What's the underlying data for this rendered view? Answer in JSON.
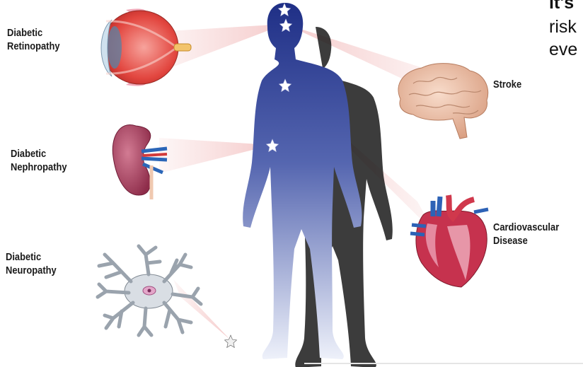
{
  "labels": {
    "retinopathy": "Diabetic\nRetinopathy",
    "nephropathy": "Diabetic\nNephropathy",
    "neuropathy": "Diabetic\nNeuropathy",
    "stroke": "Stroke",
    "cardiovascular": "Cardiovascular\nDisease"
  },
  "corner_text": {
    "line1": "it's",
    "line2": "risk",
    "line3": "eve"
  },
  "organs": [
    {
      "name": "eye",
      "icon": "eye-icon"
    },
    {
      "name": "kidney",
      "icon": "kidney-icon"
    },
    {
      "name": "nerve cell",
      "icon": "neuron-icon"
    },
    {
      "name": "brain",
      "icon": "brain-icon"
    },
    {
      "name": "heart",
      "icon": "heart-icon"
    }
  ],
  "colors": {
    "body_top": "#24378f",
    "body_bottom": "#e8ecf7",
    "ray": "#f2c9c9",
    "eye": "#e5534f",
    "kidney": "#a9405e",
    "brain": "#e9b9a0",
    "heart": "#c0334d",
    "neuron": "#9aa3ad"
  }
}
